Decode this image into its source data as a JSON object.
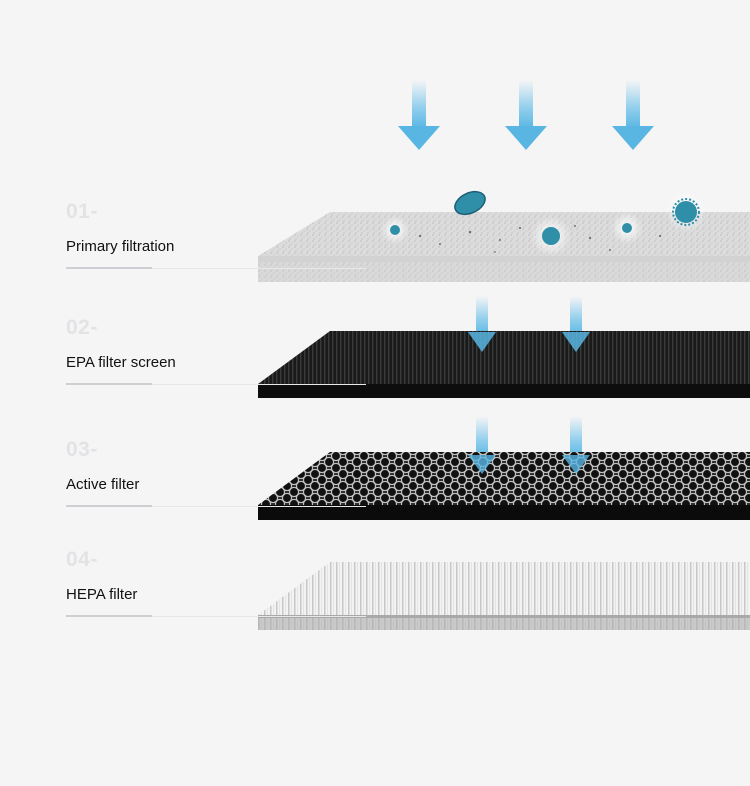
{
  "layers": [
    {
      "number": "01-",
      "name": "Primary filtration"
    },
    {
      "number": "02-",
      "name": "EPA filter screen"
    },
    {
      "number": "03-",
      "name": "Active filter"
    },
    {
      "number": "04-",
      "name": "HEPA filter"
    }
  ],
  "colors": {
    "background": "#f5f5f6",
    "arrow": "#7cc6ea",
    "particle": "#2f8fa8"
  }
}
